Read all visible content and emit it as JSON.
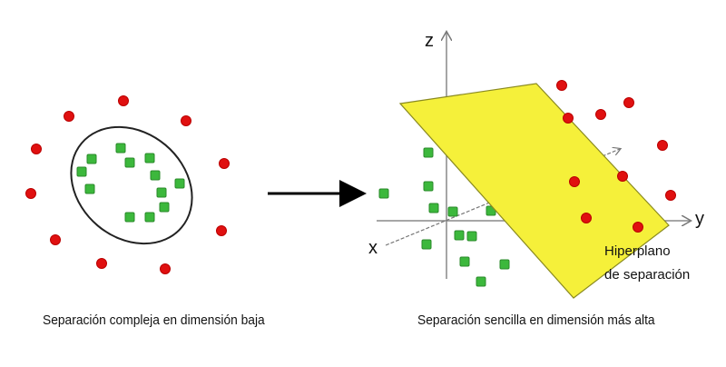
{
  "left_caption": "Separación compleja en dimensión baja",
  "right_caption": "Separación sencilla en dimensión más alta",
  "axes": {
    "x": "x",
    "y": "y",
    "z": "z"
  },
  "hyperplane_label": {
    "line1": "Hiperplano",
    "line2": "de separación"
  },
  "colors": {
    "class_a": "#e01010",
    "class_b": "#3cb83c",
    "plane": "#f5f03a"
  }
}
